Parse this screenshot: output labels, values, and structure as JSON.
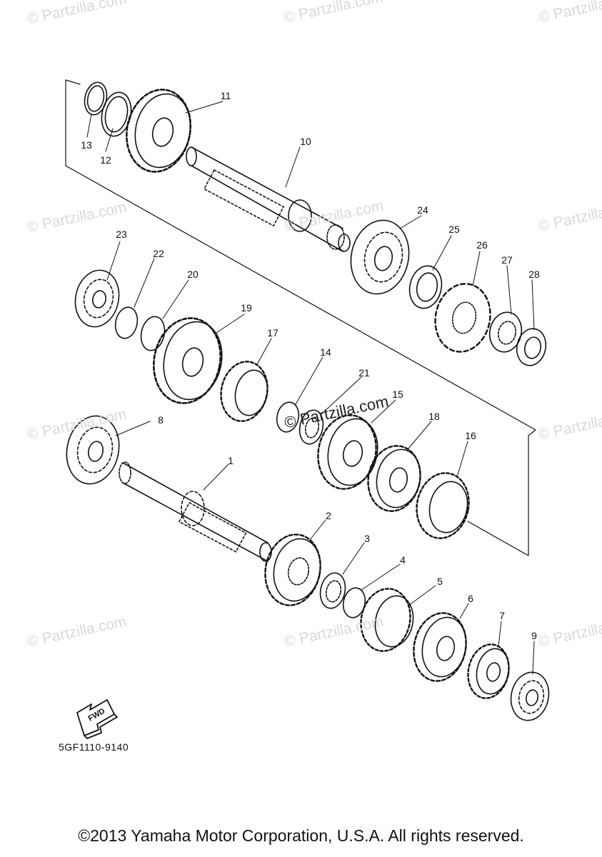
{
  "watermark_text": "© Partzilla.com",
  "center_watermark_text": "© Partzilla.com",
  "fwd_label": "FWD",
  "part_code": "5GF1110-9140",
  "copyright": "©2013 Yamaha Motor Corporation, U.S.A. All rights reserved.",
  "callouts": [
    "1",
    "2",
    "3",
    "4",
    "5",
    "6",
    "7",
    "8",
    "9",
    "10",
    "11",
    "12",
    "13",
    "14",
    "15",
    "16",
    "17",
    "18",
    "19",
    "20",
    "21",
    "22",
    "23",
    "24",
    "25",
    "26",
    "27",
    "28"
  ],
  "colors": {
    "line": "#111111",
    "watermark": "#d9d9d9",
    "background": "#ffffff"
  }
}
